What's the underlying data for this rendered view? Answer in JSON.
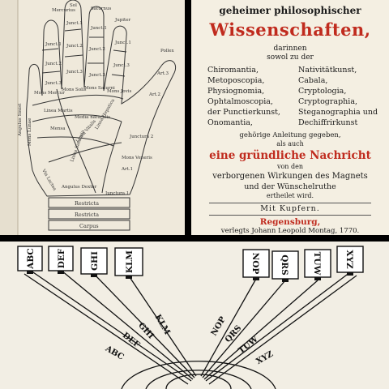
{
  "palm": {
    "finger_labels": [
      "Mercurius",
      "Sol",
      "Saturnus",
      "Jupiter"
    ],
    "junct_labels": [
      "Junct.1",
      "Junct.2",
      "Junct.3",
      "Junct.1",
      "Junct.2",
      "Junct.3",
      "Junct.2",
      "Junct.3",
      "Junct.3",
      "Junct.1",
      "Junct.1"
    ],
    "mons_labels": [
      "Mons Mercur",
      "Mons Solis",
      "Mons Saturni",
      "Mons Jovis"
    ],
    "line_labels": [
      "Linea Martis",
      "Media naturalis",
      "Linea Vitalis",
      "Mensa",
      "Mons Lunae",
      "Via Lactea",
      "Mons Veneris",
      "Linea Hepatica",
      "Linea Saturnia",
      "Angulus Dexter",
      "Angulus Sinist",
      "Pollex"
    ],
    "art_labels": [
      "Art.3",
      "Art.2",
      "Art.1"
    ],
    "bottom_labels": [
      "Junctura 1",
      "Junctura 2",
      "Restricta",
      "Restricta",
      "Carpus"
    ]
  },
  "title": {
    "line1": "geheimer philosophischer",
    "line2": "Wissenschaften,",
    "line3": "darinnen",
    "line4": "sowol zu der",
    "col_left": [
      "Chiromantia,",
      "Metoposcopia,",
      "Physiognomia,",
      "Ophtalmoscopia,",
      "der Punctierkunst,",
      "Onomantia,"
    ],
    "col_right": [
      "Nativitätkunst,",
      "Cabala,",
      "Cryptologia,",
      "Cryptographia,",
      "Steganographia und",
      "Dechiffrirkunst"
    ],
    "line5": "gehörige Anleitung gegeben,",
    "line6": "als auch",
    "line7": "eine gründliche Nachricht",
    "line8": "von den",
    "line9": "verborgenen Wirkungen des Magnets",
    "line10": "und der Wünschelruthe",
    "line11": "ertheilet wird.",
    "plates": "Mit Kupfern.",
    "place": "Regensburg,",
    "publisher": "verlegts Johann Leopold Montag, 1770."
  },
  "diagram": {
    "left_boxes": [
      "ABC",
      "DEF",
      "GHI",
      "KLM"
    ],
    "right_boxes": [
      "NOP",
      "QRS",
      "TUW",
      "XYZ"
    ],
    "ray_labels": [
      "ABC",
      "DEF",
      "GHI",
      "KLM",
      "NOP",
      "QRS",
      "TUW",
      "XYZ"
    ]
  },
  "colors": {
    "red": "#c02b1e",
    "ink": "#1a1a1a",
    "paper": "#f4efe2"
  }
}
